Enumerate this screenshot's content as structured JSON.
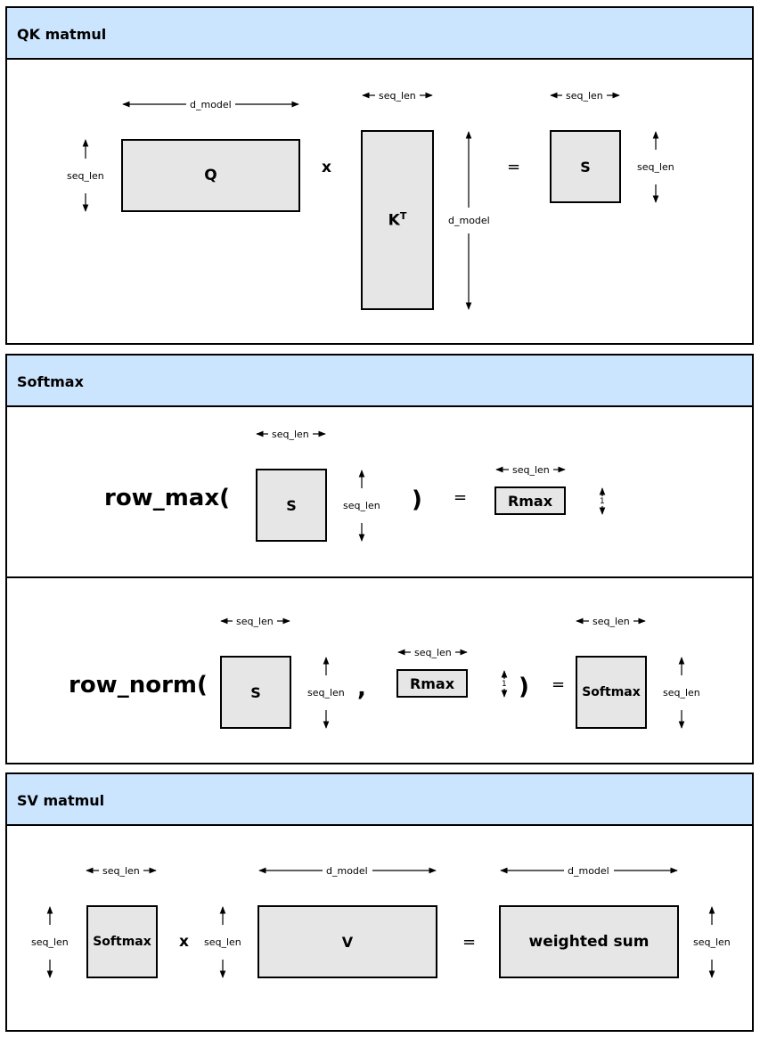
{
  "sections": {
    "qk": {
      "title": "QK matmul",
      "q": "Q",
      "k": "K",
      "k_sup": "T",
      "s": "S",
      "times": "x",
      "equals": "=",
      "d_model_top": "d_model",
      "seq_len_q_left": "seq_len",
      "seq_len_k_top": "seq_len",
      "d_model_k_right": "d_model",
      "seq_len_s_top": "seq_len",
      "seq_len_s_right": "seq_len"
    },
    "softmax": {
      "title": "Softmax",
      "row_max": {
        "fn": "row_max(",
        "close": ")",
        "equals": "=",
        "s": "S",
        "rmax": "Rmax",
        "seq_len_s_top": "seq_len",
        "seq_len_s_right": "seq_len",
        "seq_len_rmax_top": "seq_len",
        "one": "1"
      },
      "row_norm": {
        "fn": "row_norm(",
        "comma": ",",
        "close": ")",
        "equals": "=",
        "s": "S",
        "rmax": "Rmax",
        "softmax": "Softmax",
        "seq_len_s_top": "seq_len",
        "seq_len_s_right": "seq_len",
        "seq_len_rmax_top": "seq_len",
        "one": "1",
        "seq_len_out_top": "seq_len",
        "seq_len_out_right": "seq_len"
      }
    },
    "sv": {
      "title": "SV matmul",
      "softmax": "Softmax",
      "v": "V",
      "out": "weighted sum",
      "times": "x",
      "equals": "=",
      "seq_len_soft_top": "seq_len",
      "seq_len_soft_left": "seq_len",
      "seq_len_v_left": "seq_len",
      "d_model_v_top": "d_model",
      "d_model_out_top": "d_model",
      "seq_len_out_right": "seq_len"
    }
  }
}
